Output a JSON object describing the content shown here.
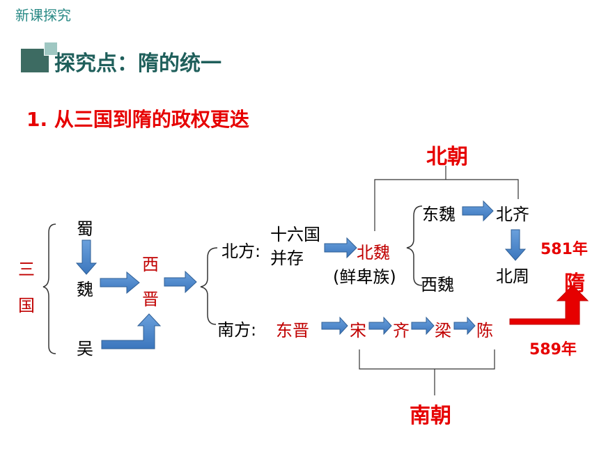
{
  "header": {
    "label": "新课探究"
  },
  "section": {
    "title": "探究点：隋的统一"
  },
  "subtitle": "1. 从三国到隋的政权更迭",
  "diagram": {
    "three_kingdoms_label": [
      "三",
      "国"
    ],
    "shu": "蜀",
    "wei": "魏",
    "wu": "吴",
    "western_jin": [
      "西",
      "晋"
    ],
    "north_label": "北方:",
    "north_periods": [
      "十六国",
      "并存"
    ],
    "northern_wei": "北魏",
    "xianbei": "(鲜卑族)",
    "eastern_wei": "东魏",
    "western_wei": "西魏",
    "northern_qi": "北齐",
    "northern_zhou": "北周",
    "northern_dynasties": "北朝",
    "south_label": "南方:",
    "south_chain": [
      "东晋",
      "宋",
      "齐",
      "梁",
      "陈"
    ],
    "southern_dynasties": "南朝",
    "sui": "隋",
    "year_581": "581年",
    "year_589": "589年"
  },
  "colors": {
    "arrow_fill": "#4a86c8",
    "arrow_stroke": "#2f5f96",
    "red": "#e60000",
    "dark_red": "#c00000",
    "teal": "#1f5f5b"
  }
}
